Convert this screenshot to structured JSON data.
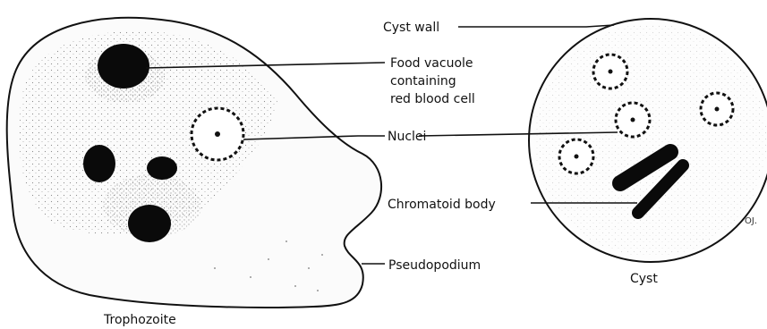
{
  "labels": {
    "cyst_wall": "Cyst wall",
    "food_vacuole": [
      "Food vacuole",
      "containing",
      "red blood cell"
    ],
    "nuclei": "Nuclei",
    "chromatoid_body": "Chromatoid body",
    "pseudopodium": "Pseudopodium"
  },
  "captions": {
    "trophozoite": "Trophozoite",
    "cyst": "Cyst"
  },
  "signature": "OJ."
}
